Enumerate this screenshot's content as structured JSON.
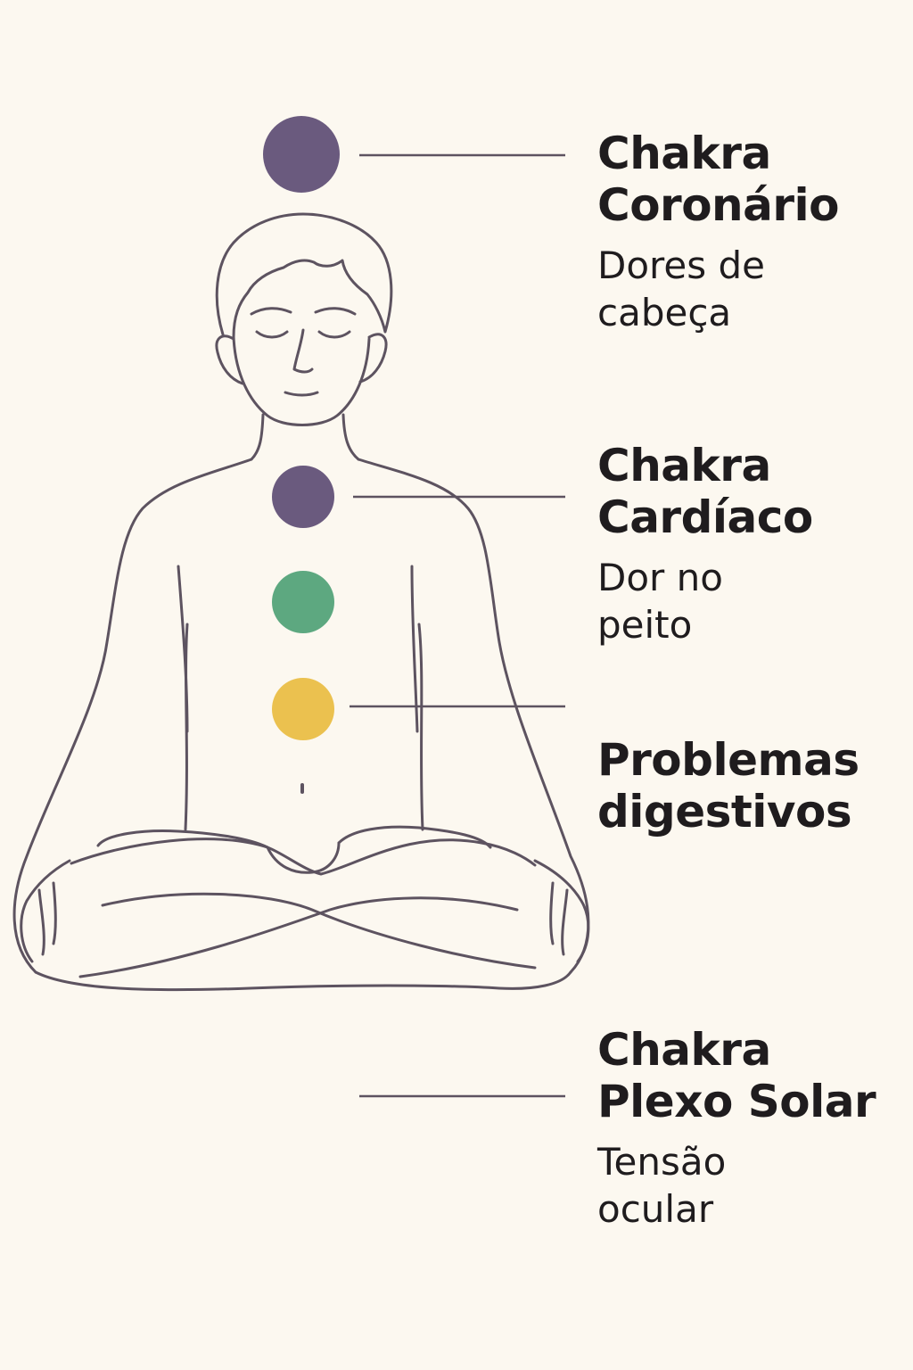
{
  "colors": {
    "background": "#fcf8f0",
    "outline": "#5d5360",
    "text": "#1f1c1e",
    "leader": "#5d5360"
  },
  "chakras": [
    {
      "id": "crown",
      "color": "#6a5a7e"
    },
    {
      "id": "heart",
      "color": "#6a5a7e"
    },
    {
      "id": "middle",
      "color": "#5da880"
    },
    {
      "id": "solar",
      "color": "#ebc14f"
    }
  ],
  "labels": {
    "coronario": {
      "title": "Chakra Coronário",
      "desc": "Dores de cabeça"
    },
    "cardiaco": {
      "title": "Chakra Cardíaco",
      "desc": "Dor no peito"
    },
    "digestivo": {
      "title": "Problemas digestivos"
    },
    "plexo": {
      "title": "Chakra Plexo Solar",
      "desc": "Tensão ocular"
    }
  }
}
